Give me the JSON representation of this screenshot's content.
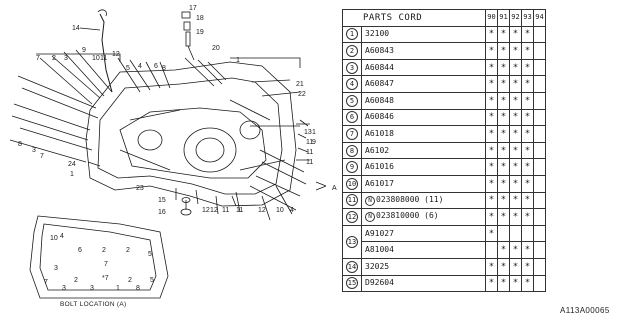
{
  "diagram": {
    "callouts_upper": [
      "14",
      "17",
      "18",
      "19",
      "20",
      "1",
      "21",
      "22",
      "9",
      "10",
      "11",
      "12",
      "7",
      "2",
      "3",
      "4",
      "5",
      "6",
      "8"
    ],
    "callouts_right": [
      "13",
      "11",
      "11",
      "11",
      "1",
      "9"
    ],
    "callouts_bottom": [
      "23",
      "15",
      "16",
      "12",
      "12",
      "11",
      "11",
      "12",
      "10",
      "4"
    ],
    "callouts_left": [
      "8",
      "3",
      "7",
      "24",
      "1"
    ],
    "callout_a": "A",
    "detail_numbers": [
      "10",
      "4",
      "6",
      "2",
      "2",
      "5",
      "7",
      "*7",
      "2",
      "5",
      "3",
      "2",
      "3",
      "1",
      "8",
      "7",
      "3"
    ],
    "detail_label": "BOLT LOCATION  (A)"
  },
  "table": {
    "header": "PARTS CORD",
    "years": [
      "90",
      "91",
      "92",
      "93",
      "94"
    ],
    "rows": [
      {
        "no": "1",
        "code": "32100",
        "marks": [
          "*",
          "*",
          "*",
          "*",
          ""
        ]
      },
      {
        "no": "2",
        "code": "A60843",
        "marks": [
          "*",
          "*",
          "*",
          "*",
          ""
        ]
      },
      {
        "no": "3",
        "code": "A60844",
        "marks": [
          "*",
          "*",
          "*",
          "*",
          ""
        ]
      },
      {
        "no": "4",
        "code": "A60847",
        "marks": [
          "*",
          "*",
          "*",
          "*",
          ""
        ]
      },
      {
        "no": "5",
        "code": "A60848",
        "marks": [
          "*",
          "*",
          "*",
          "*",
          ""
        ]
      },
      {
        "no": "6",
        "code": "A60846",
        "marks": [
          "*",
          "*",
          "*",
          "*",
          ""
        ]
      },
      {
        "no": "7",
        "code": "A61018",
        "marks": [
          "*",
          "*",
          "*",
          "*",
          ""
        ]
      },
      {
        "no": "8",
        "code": "A6102",
        "marks": [
          "*",
          "*",
          "*",
          "*",
          ""
        ]
      },
      {
        "no": "9",
        "code": "A61016",
        "marks": [
          "*",
          "*",
          "*",
          "*",
          ""
        ]
      },
      {
        "no": "10",
        "code": "A61017",
        "marks": [
          "*",
          "*",
          "*",
          "*",
          ""
        ]
      },
      {
        "no": "11",
        "prefix": "N",
        "code": "023808000 (11)",
        "marks": [
          "*",
          "*",
          "*",
          "*",
          ""
        ]
      },
      {
        "no": "12",
        "prefix": "N",
        "code": "023810000 (6)",
        "marks": [
          "*",
          "*",
          "*",
          "*",
          ""
        ]
      },
      {
        "no": "13",
        "code": "A91027",
        "marks": [
          "*",
          "",
          "",
          "",
          ""
        ]
      },
      {
        "no": "",
        "code": "A81004",
        "marks": [
          "",
          "*",
          "*",
          "*",
          ""
        ]
      },
      {
        "no": "14",
        "code": "32025",
        "marks": [
          "*",
          "*",
          "*",
          "*",
          ""
        ]
      },
      {
        "no": "15",
        "code": "D92604",
        "marks": [
          "*",
          "*",
          "*",
          "*",
          ""
        ]
      }
    ]
  },
  "figure_code": "A113A00065"
}
